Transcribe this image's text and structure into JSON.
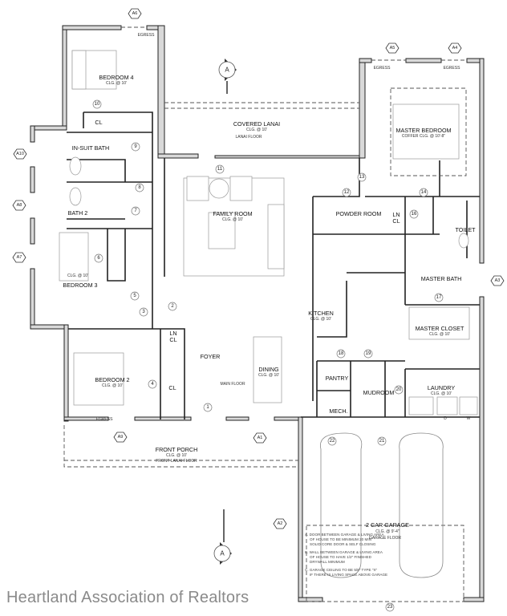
{
  "rooms": {
    "bedroom4": "BEDROOM 4",
    "bedroom3": "BEDROOM 3",
    "bedroom2": "BEDROOM 2",
    "insuit_bath": "IN-SUIT BATH",
    "bath2": "BATH 2",
    "covered_lanai": "COVERED LANAI",
    "family_room": "FAMILY ROOM",
    "master_bedroom": "MASTER BEDROOM",
    "powder_room": "POWDER ROOM",
    "ln_cl_a": "LN",
    "ln_cl_b": "CL",
    "toilet": "TOILET",
    "master_bath": "MASTER BATH",
    "kitchen": "KITCHEN",
    "master_closet": "MASTER CLOSET",
    "foyer": "FOYER",
    "dining": "DINING",
    "pantry": "PANTRY",
    "mudroom": "MUDROOM",
    "laundry": "LAUNDRY",
    "mech": "MECH.",
    "front_porch": "FRONT PORCH",
    "garage": "2 CAR GARAGE",
    "cl": "CL",
    "ln": "LN"
  },
  "ceilings": {
    "clg10": "CLG. @ 10'",
    "master": "COFFER CLG. @ 10'-8\"",
    "garage": "CLG. @ 9'-4\""
  },
  "misc": {
    "egress": "EGRESS",
    "main_floor": "MAIN FLOOR",
    "lanai_floor": "LANAI FLOOR",
    "front_lanai_floor": "FRONT LANAI FLOOR",
    "garage_floor": "GARAGE FLOOR",
    "section": "A",
    "washer": "W",
    "dryer": "D"
  },
  "door_numbers": [
    "1",
    "2",
    "3",
    "4",
    "5",
    "6",
    "7",
    "8",
    "9",
    "10",
    "11",
    "12",
    "13",
    "14",
    "16",
    "17",
    "18",
    "19",
    "20",
    "21",
    "22",
    "23"
  ],
  "elevation_tags": [
    "A6",
    "A5",
    "A4",
    "A10",
    "A8",
    "A7",
    "A3",
    "A9",
    "A1",
    "A2"
  ],
  "garage_notes": [
    "A. DOOR BETWEEN GARAGE & LIVING AREA",
    "OF HOUSE TO BE MINIMUM 20 MIN",
    "SOLID CORE DOOR & SELF CLOSING",
    "B. WALL BETWEEN GARAGE & LIVING AREA",
    "OF HOUSE TO HAVE 1/2\" FINISHED",
    "DRYWALL MINIMUM",
    "C. GARAGE CEILING TO BE 5/8\" TYPE \"X\"",
    "IF THERE IS LIVING SPACE ABOVE GARAGE"
  ],
  "watermark": "Heartland Association of Realtors"
}
